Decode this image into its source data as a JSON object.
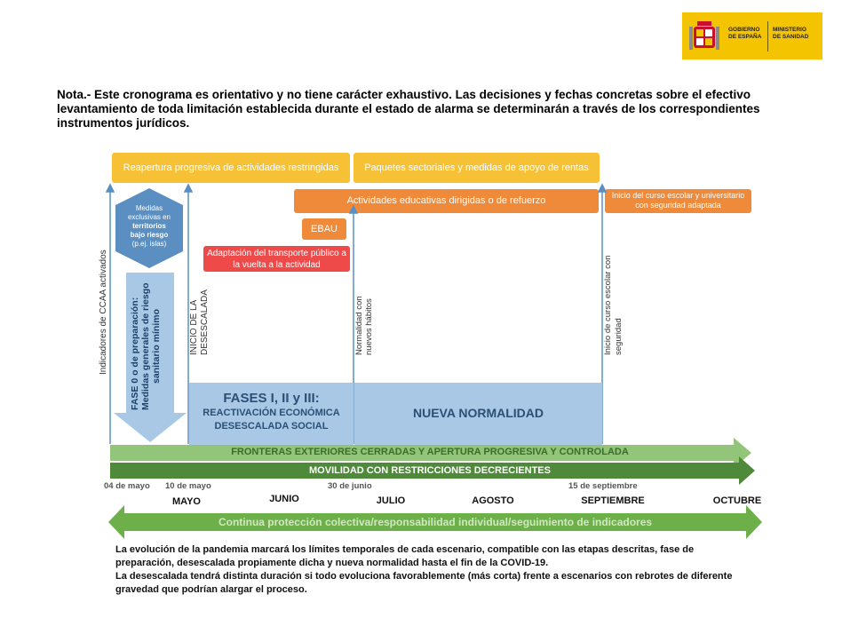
{
  "header": {
    "logo_left": "GOBIERNO\nDE ESPAÑA",
    "logo_right": "MINISTERIO\nDE SANIDAD",
    "logo_color": "#f5c400"
  },
  "note": "Nota.- Este cronograma es orientativo y no tiene carácter exhaustivo. Las decisiones y fechas concretas sobre el efectivo levantamiento de toda limitación establecida durante el estado de alarma se determinarán a través de los correspondientes instrumentos jurídicos.",
  "diagram": {
    "top_boxes": {
      "reapertura": "Reapertura progresiva de actividades restringidas",
      "paquetes": "Paquetes sectoriales y medidas de apoyo de rentas",
      "educativas": "Actividades educativas dirigidas o de refuerzo",
      "curso": "Inicio del curso escolar y universitario con seguridad adaptada",
      "ebau": "EBAU",
      "transporte": "Adaptación del transporte público a la vuelta a la actividad"
    },
    "medidas_arrow": {
      "line1": "Medidas",
      "line2": "exclusivas en",
      "line3": "territorios",
      "line4": "bajo riesgo",
      "line5": "(p.ej. islas)"
    },
    "vertical_labels": {
      "indicadores": "Indicadores de CCAA activados",
      "inicio_desescalada_1": "INICIO DE LA",
      "inicio_desescalada_2": "DESESCALADA",
      "normalidad_1": "Normalidad con",
      "normalidad_2": "nuevos hábitos",
      "curso_1": "Inicio de curso escolar con",
      "curso_2": "seguridad"
    },
    "fase0": {
      "line1": "FASE 0 o de preparación:",
      "line2": "Medidas generales de riesgo",
      "line3": "sanitario mínimo"
    },
    "fases": {
      "title": "FASES I, II y III:",
      "sub1": "REACTIVACIÓN ECONÓMICA",
      "sub2": "DESESCALADA SOCIAL"
    },
    "nueva_normalidad": "NUEVA NORMALIDAD",
    "bars": {
      "fronteras": "FRONTERAS EXTERIORES CERRADAS Y APERTURA PROGRESIVA Y CONTROLADA",
      "movilidad": "MOVILIDAD CON RESTRICCIONES DECRECIENTES",
      "continua": "Continua protección colectiva/responsabilidad individual/seguimiento de indicadores"
    },
    "dates": {
      "d1": "04 de mayo",
      "d2": "10 de mayo",
      "d3": "30 de junio",
      "d4": "15 de septiembre"
    },
    "months": [
      "MAYO",
      "JUNIO",
      "JULIO",
      "AGOSTO",
      "SEPTIEMBRE",
      "OCTUBRE"
    ],
    "colors": {
      "yellow": "#f7c136",
      "orange": "#ef8a3a",
      "red": "#ef4a4a",
      "blue_arrow": "#5b8fc2",
      "blue_fill": "#a9c8e6",
      "light_green": "#92c47a",
      "dark_green": "#4f8a3a"
    }
  },
  "footer": {
    "p1": "La evolución de la pandemia marcará los límites temporales de cada escenario, compatible con las etapas descritas, fase de preparación, desescalada propiamente dicha y nueva normalidad hasta el fin de la COVID-19.",
    "p2": "La desescalada tendrá distinta duración si todo evoluciona favorablemente (más corta) frente a escenarios con rebrotes de diferente gravedad que podrían alargar el proceso."
  }
}
